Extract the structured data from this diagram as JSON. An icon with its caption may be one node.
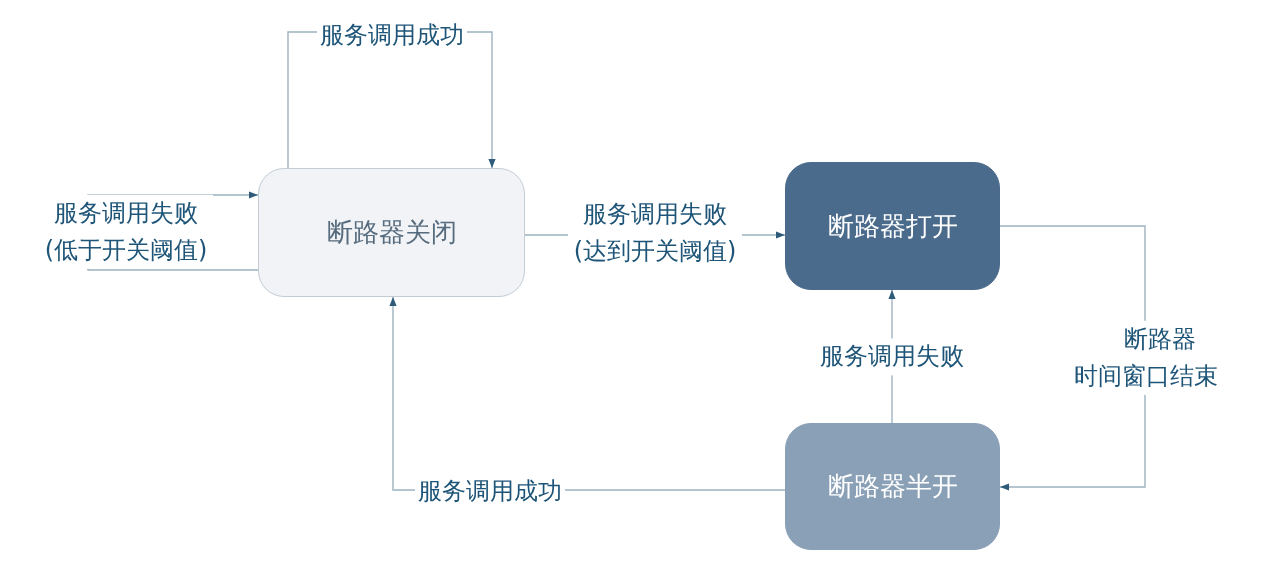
{
  "diagram": {
    "nodes": [
      {
        "text": [
          "断路器关闭"
        ]
      },
      {
        "text": [
          "断路器打开"
        ]
      },
      {
        "text": [
          "断路器半开"
        ]
      }
    ],
    "edges": [
      {
        "from": 0,
        "to": 0,
        "arrow": "to",
        "label": "服务调用成功"
      },
      {
        "from": 0,
        "to": 0,
        "arrow": "to",
        "label": "服务调用失败(低于开关阈值)"
      },
      {
        "from": 0,
        "to": 1,
        "arrow": "to",
        "label": "服务调用失败(达到开关阈值)"
      },
      {
        "from": 1,
        "to": 2,
        "arrow": "to",
        "label": "断路器时间窗口结束"
      },
      {
        "from": 2,
        "to": 1,
        "arrow": "to",
        "label": "服务调用失败"
      },
      {
        "from": 2,
        "to": 0,
        "arrow": "to",
        "label": "服务调用成功"
      }
    ]
  }
}
